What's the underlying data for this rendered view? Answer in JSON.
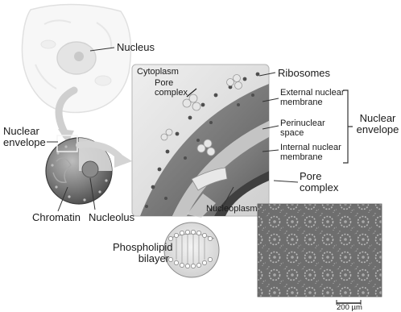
{
  "labels": {
    "nucleus": "Nucleus",
    "cytoplasm": "Cytoplasm",
    "pore_complex_top": "Pore complex",
    "ribosomes": "Ribosomes",
    "external_nuclear_membrane": "External nuclear membrane",
    "perinuclear_space": "Perinuclear space",
    "internal_nuclear_membrane": "Internal nuclear membrane",
    "nuclear_envelope_right": "Nuclear envelope",
    "nuclear_envelope_left": "Nuclear envelope",
    "chromatin": "Chromatin",
    "nucleolus": "Nucleolus",
    "nucleoplasm": "Nucleoplasm",
    "pore_complex_micrograph": "Pore complex",
    "phospholipid_bilayer": "Phospholipid bilayer",
    "scale_bar": "200 µm"
  },
  "colors": {
    "ink": "#1a1a1a",
    "membrane_dark": "#6b6b6b",
    "membrane_light": "#c9c9c9",
    "panel_bg": "#d9d9d9",
    "micrograph": "#777777"
  }
}
